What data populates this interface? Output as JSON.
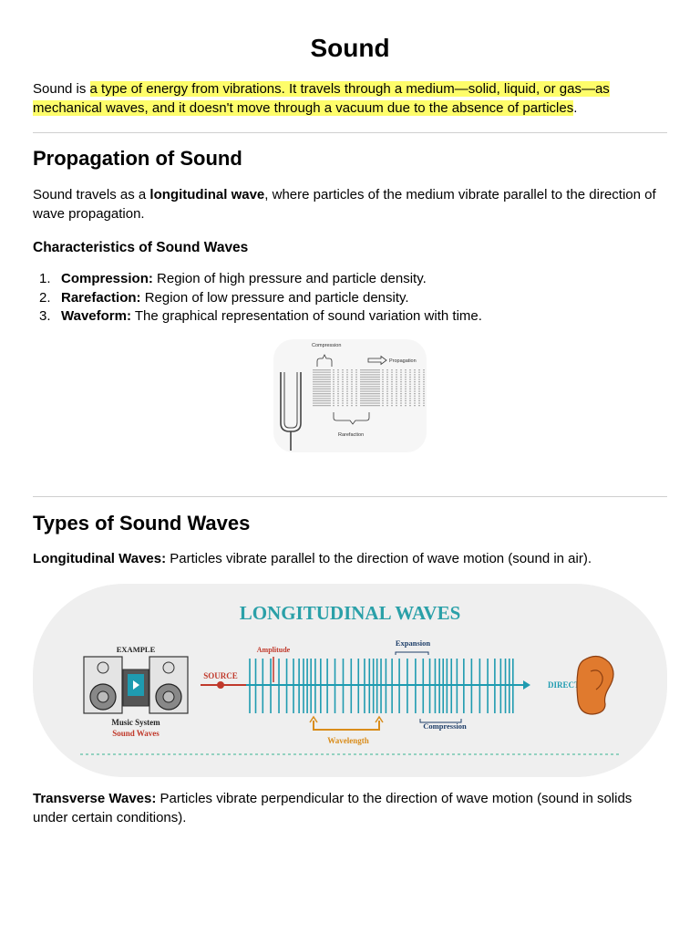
{
  "title": "Sound",
  "intro": {
    "prefix": "Sound is ",
    "highlight": "a type of energy from vibrations. It travels through a medium—solid, liquid, or gas—as mechanical waves, and it doesn't move through a vacuum due to the absence of particles",
    "suffix": "."
  },
  "propagation": {
    "heading": "Propagation of Sound",
    "text_before": "Sound travels as a ",
    "bold": "longitudinal wave",
    "text_after": ", where particles of the medium vibrate parallel to the direction of wave propagation.",
    "subheading": "Characteristics of Sound Waves",
    "characteristics": [
      {
        "num": "1.",
        "term": "Compression:",
        "text": " Region of high pressure and particle density."
      },
      {
        "num": "2.",
        "term": "Rarefaction:",
        "text": " Region of low pressure and particle density."
      },
      {
        "num": "3.",
        "term": "Waveform:",
        "text": " The graphical representation of sound variation with time."
      }
    ],
    "figure": {
      "compression": "Compression",
      "propagation": "Propagation",
      "rarefaction": "Rarefaction"
    }
  },
  "types": {
    "heading": "Types of Sound Waves",
    "longitudinal_term": "Longitudinal Waves:",
    "longitudinal_text": " Particles vibrate parallel to the direction of wave motion (sound in air).",
    "figure": {
      "title": "LONGITUDINAL WAVES",
      "example": "EXAMPLE",
      "music_system": "Music System",
      "sound_waves": "Sound Waves",
      "source": "SOURCE",
      "amplitude": "Amplitude",
      "expansion": "Expansion",
      "compression": "Compression",
      "wavelength": "Wavelength",
      "direction": "DIRECTION",
      "colors": {
        "teal": "#1f9bb0",
        "title": "#2aa0a8",
        "red": "#c0392b",
        "orange": "#d98c1a",
        "ear": "#e07a2e"
      }
    },
    "transverse_term": "Transverse Waves:",
    "transverse_text": " Particles vibrate perpendicular to the direction of wave motion (sound in solids under certain conditions)."
  }
}
